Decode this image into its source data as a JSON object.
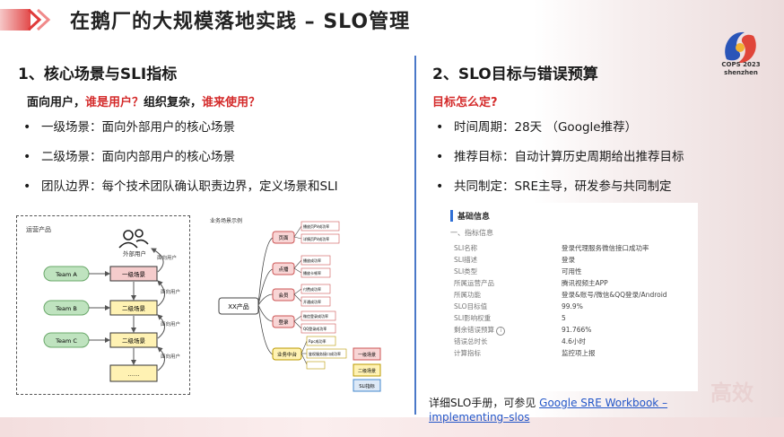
{
  "header": {
    "title": "在鹅厂的大规模落地实践 – SLO管理"
  },
  "logo": {
    "line1": "COPS 2023",
    "line2": "shenzhen"
  },
  "left": {
    "heading": "1、核心场景与SLI指标",
    "question": {
      "p1": "面向用户，",
      "p2": "谁是用户？",
      "p3": "组织复杂，",
      "p4": "谁来使用？"
    },
    "bullets": [
      "一级场景：面向外部用户的核心场景",
      "二级场景：面向内部用户的核心场景",
      "团队边界：每个技术团队确认职责边界，定义场景和SLI"
    ]
  },
  "diagram1": {
    "title": "运营产品",
    "external_user": "外部用户",
    "edge_label": "面向用户",
    "teams": [
      "Team A",
      "Team B",
      "Team C"
    ],
    "level1": "一级场景",
    "level2": "二级场景",
    "ellipsis": "……"
  },
  "diagram2": {
    "title": "业务场景示例",
    "center": "XX产品",
    "branches": [
      "页面",
      "点播",
      "会员",
      "登录",
      "业务中台"
    ],
    "leaves": [
      [
        "播放页PV成功率",
        "详情页PV成功率"
      ],
      [
        "播放成功率",
        "播放卡顿率"
      ],
      [
        "付费成功率",
        "开通成功率"
      ],
      [
        "微信登录成功率",
        "QQ登录成功率"
      ],
      [
        "Rpc成功率",
        "鉴权服务接口成功率"
      ]
    ],
    "legend": [
      "一级场景",
      "二级场景",
      "SLI指标"
    ]
  },
  "right": {
    "heading": "2、SLO目标与错误预算",
    "question": "目标怎么定?",
    "bullets": [
      "时间周期：28天 （Google推荐）",
      "推荐目标：自动计算历史周期给出推荐目标",
      "共同制定：SRE主导，研发参与共同制定"
    ]
  },
  "card": {
    "heading": "基础信息",
    "sub": "一、指标信息",
    "rows": [
      {
        "k": "SLI名称",
        "v": "登录代理服务微信接口成功率"
      },
      {
        "k": "SLI描述",
        "v": "登录"
      },
      {
        "k": "SLI类型",
        "v": "可用性"
      },
      {
        "k": "所属运营产品",
        "v": "腾讯视频主APP"
      },
      {
        "k": "所属功能",
        "v": "登录&账号/微信&QQ登录/Android"
      },
      {
        "k": "SLO目标值",
        "v": "99.9%"
      },
      {
        "k": "SLI影响权重",
        "v": "5"
      },
      {
        "k": "剩余错误预算",
        "v": "91.766%"
      },
      {
        "k": "错误总时长",
        "v": "4.6小时"
      },
      {
        "k": "计算指标",
        "v": "监控项上报"
      }
    ]
  },
  "footer": {
    "text": "详细SLO手册，可参见 ",
    "link": "Google SRE Workbook – implementing–slos"
  },
  "watermark": "高效",
  "colors": {
    "accent_red": "#d42a2a",
    "accent_blue": "#4a78c8",
    "node_green": "#bfe3bf",
    "node_pink": "#f5cccc",
    "node_yellow": "#fff2b3"
  }
}
